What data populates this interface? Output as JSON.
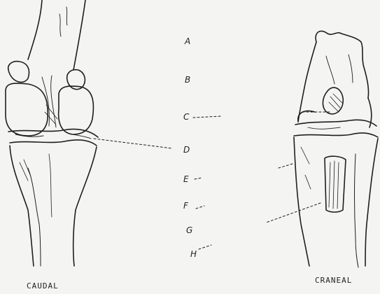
{
  "views": {
    "left_title": "CAUDAL",
    "right_title": "CRANEAL"
  },
  "labels": {
    "a": "A",
    "b": "B",
    "c": "C",
    "d": "D",
    "e": "E",
    "f": "F",
    "g": "G",
    "h": "H"
  },
  "colors": {
    "ink": "#1e1e1e",
    "paper": "#f4f4f2"
  }
}
